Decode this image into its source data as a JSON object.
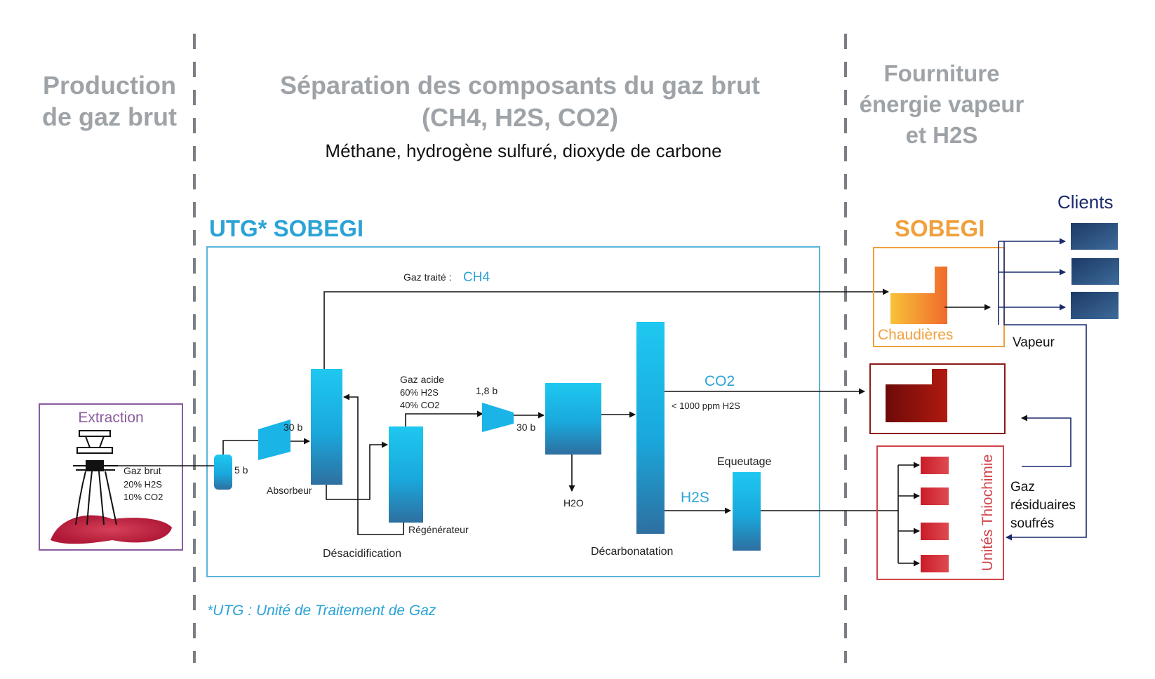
{
  "headers": {
    "production_line1": "Production",
    "production_line2": "de gaz brut",
    "separation_line1": "Séparation des composants du gaz brut",
    "separation_line2": "(CH4, H2S, CO2)",
    "separation_subtitle": "Méthane, hydrogène sulfuré, dioxyde de carbone",
    "supply_line1": "Fourniture",
    "supply_line2": "énergie vapeur",
    "supply_line3": "et H2S"
  },
  "utg": {
    "title": "UTG* SOBEGI",
    "footnote": "*UTG : Unité de Traitement de Gaz"
  },
  "extraction": {
    "title": "Extraction",
    "gas_label": "Gaz brut",
    "h2s_share": "20% H2S",
    "co2_share": "10% CO2"
  },
  "process": {
    "pressure_5b": "5 b",
    "pressure_30b_in": "30 b",
    "absorber": "Absorbeur",
    "treated_gas": "Gaz traité :",
    "ch4": "CH4",
    "acid_gas": "Gaz acide",
    "acid_h2s": "60% H2S",
    "acid_co2": "40% CO2",
    "pressure_1_8b": "1,8 b",
    "pressure_30b_out": "30 b",
    "regenerator": "Régénérateur",
    "deacidification": "Désacidification",
    "water": "H2O",
    "co2": "CO2",
    "co2_spec": "< 1000 ppm H2S",
    "h2s": "H2S",
    "decarbonation": "Décarbonatation",
    "tailing": "Equeutage"
  },
  "supply": {
    "sobegi": "SOBEGI",
    "boilers": "Chaudières",
    "clients": "Clients",
    "steam": "Vapeur",
    "residual_line1": "Gaz",
    "residual_line2": "résiduaires",
    "residual_line3": "soufrés",
    "thiochemistry": "Unités Thiochimie"
  },
  "colors": {
    "header_gray": "#9ea3a8",
    "utg_blue": "#2ba3d6",
    "sobegi_orange": "#f0a03c",
    "extraction_purple": "#8a5a9e",
    "thio_red": "#d0444a",
    "client_navy": "#1a2a6c"
  }
}
